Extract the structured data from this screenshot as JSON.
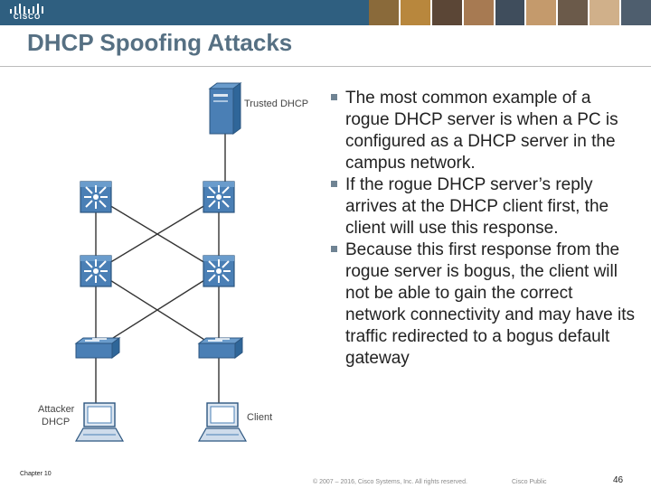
{
  "brand": {
    "logo_text": "CISCO"
  },
  "slide": {
    "title": "DHCP Spoofing Attacks",
    "bullets": [
      "The most common example of a rogue DHCP server is when a PC is configured as a DHCP server in the campus network.",
      "If the rogue DHCP server’s reply arrives at the DHCP client first, the client will use this response.",
      "Because this first response from the rogue server is bogus, the client will not be able to gain the correct network connectivity and may have its traffic redirected to a bogus default gateway"
    ]
  },
  "diagram": {
    "labels": {
      "trusted_dhcp": "Trusted DHCP",
      "attacker_line1": "Attacker",
      "attacker_line2": "DHCP",
      "client": "Client"
    },
    "devices": [
      "server-icon",
      "multilayer-switch-icon",
      "workgroup-switch-icon",
      "laptop-icon"
    ],
    "colors": {
      "device": "#4a7fb5",
      "device_dark": "#2c5680",
      "link": "#333333"
    }
  },
  "footer": {
    "chapter": "Chapter 10",
    "copyright": "© 2007 – 2016, Cisco Systems, Inc. All rights reserved.",
    "classification": "Cisco Public",
    "page_number": "46"
  },
  "colors": {
    "banner": "#2f5f80",
    "title": "#567083",
    "bullet": "#6f8393"
  }
}
